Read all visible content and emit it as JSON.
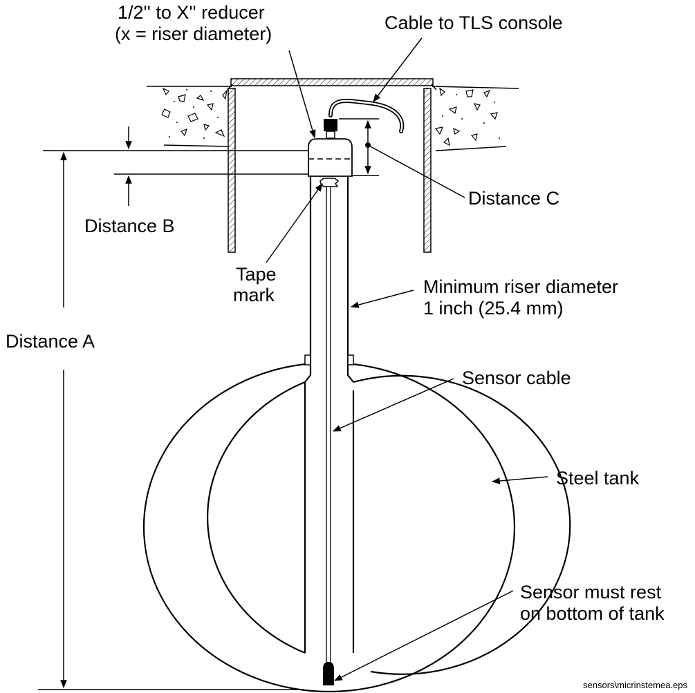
{
  "labels": {
    "reducer_line1": "1/2'' to X'' reducer",
    "reducer_line2": "(x = riser diameter)",
    "cable_console": "Cable to TLS console",
    "distance_c": "Distance C",
    "distance_b": "Distance B",
    "tape_line1": "Tape",
    "tape_line2": "mark",
    "min_riser_line1": "Minimum riser diameter",
    "min_riser_line2": "1 inch (25.4 mm)",
    "distance_a": "Distance A",
    "sensor_cable": "Sensor cable",
    "steel_tank": "Steel tank",
    "sensor_rest_line1": "Sensor must rest",
    "sensor_rest_line2": "on bottom of tank",
    "file_name": "sensors\\micrinstemea.eps"
  }
}
